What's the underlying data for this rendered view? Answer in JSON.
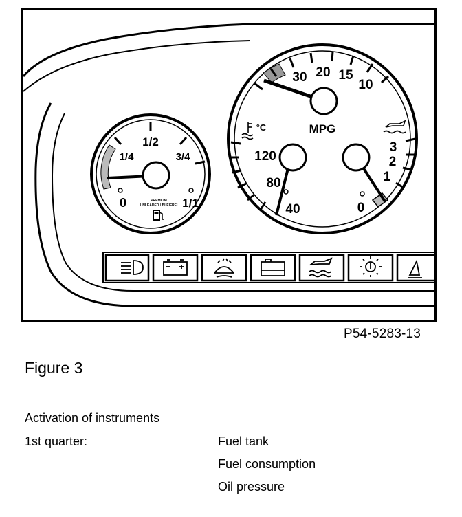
{
  "figure": {
    "reference_code": "P54-5283-13",
    "fuel_gauge": {
      "scale_labels": [
        "0",
        "1/4",
        "1/2",
        "3/4",
        "1/1"
      ],
      "fine_print_line1": "PREMIUM",
      "fine_print_line2": "UNLEADED / BLEIFREI",
      "needle_level": 0.0
    },
    "main_gauge": {
      "mpg_label": "MPG",
      "mpg_scale": [
        "30",
        "20",
        "15",
        "10"
      ],
      "temp_unit": "°C",
      "temp_scale": [
        "120",
        "80",
        "40"
      ],
      "oil_scale": [
        "3",
        "2",
        "1",
        "0"
      ]
    },
    "warning_lights": [
      "headlight-icon",
      "battery-icon",
      "washer-fluid-icon",
      "coolant-level-icon",
      "oil-level-icon",
      "bulb-failure-icon",
      "brake-pad-icon"
    ]
  },
  "caption": "Figure 3",
  "section": {
    "heading": "Activation of instruments",
    "row_label": "1st quarter:",
    "items": [
      "Fuel tank",
      "Fuel consumption",
      "Oil pressure"
    ]
  }
}
